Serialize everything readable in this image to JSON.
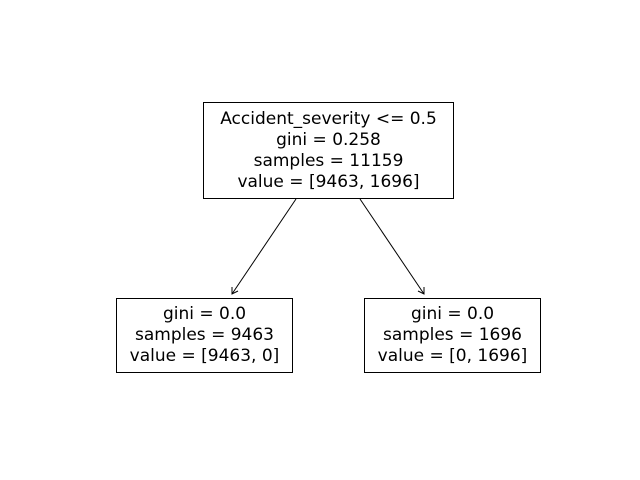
{
  "tree": {
    "root": {
      "split": "Accident_severity <= 0.5",
      "gini": "gini = 0.258",
      "samples": "samples = 11159",
      "value": "value = [9463, 1696]"
    },
    "left": {
      "gini": "gini = 0.0",
      "samples": "samples = 9463",
      "value": "value = [9463, 0]"
    },
    "right": {
      "gini": "gini = 0.0",
      "samples": "samples = 1696",
      "value": "value = [0, 1696]"
    }
  },
  "colors": {
    "line": "#000000",
    "node_fill": "#ffffff",
    "background": "#ffffff"
  }
}
